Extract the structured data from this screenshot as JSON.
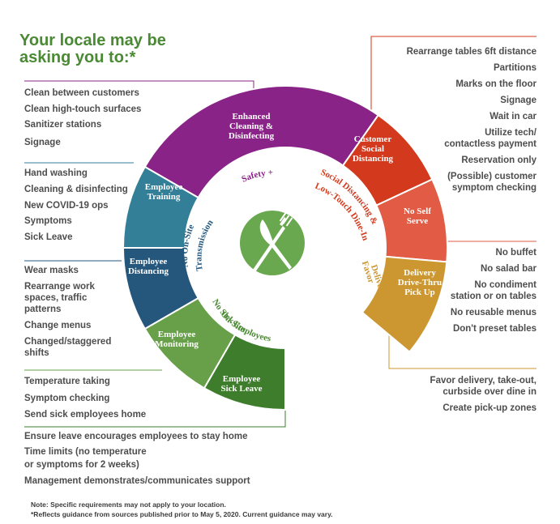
{
  "title": {
    "line1": "Your locale may be",
    "line2": "asking you to:*"
  },
  "segments": [
    {
      "label_lines": [
        "Enhanced",
        "Cleaning &",
        "Disinfecting"
      ],
      "color": "#8a2387"
    },
    {
      "label_lines": [
        "Customer",
        "Social",
        "Distancing"
      ],
      "color": "#d33a1d"
    },
    {
      "label_lines": [
        "No Self",
        "Serve"
      ],
      "color": "#e25b45"
    },
    {
      "label_lines": [
        "Delivery",
        "Drive-Thru",
        "Pick Up"
      ],
      "color": "#cc9630"
    },
    {
      "label_lines": [
        "Employee",
        "Sick Leave"
      ],
      "color": "#3e7d2b"
    },
    {
      "label_lines": [
        "Employee",
        "Monitoring"
      ],
      "color": "#67a049"
    },
    {
      "label_lines": [
        "Employee",
        "Distancing"
      ],
      "color": "#25577c"
    },
    {
      "label_lines": [
        "Employee",
        "Training"
      ],
      "color": "#337f98"
    }
  ],
  "inner_labels": {
    "safety": "Safety +",
    "social_line1": "Social Distancing &",
    "social_line2": "Low-Touch Dine-In",
    "favor_line1": "Favor",
    "favor_line2": "Delivery",
    "onsite_line1": "No On-Site",
    "onsite_line2": "Transmission",
    "sick_line1": "No Sick Employees",
    "sick_line2": "On-Site"
  },
  "center_icon": "fork-and-knife-icon",
  "colors": {
    "title_green": "#4b8a34",
    "center_green": "#6aa84f",
    "text_gray": "#4d4d4d"
  },
  "lists": {
    "cleaning": [
      "Clean  between  customers",
      "Clean high-touch surfaces",
      "Sanitizer stations",
      "Signage"
    ],
    "training": [
      "Hand washing",
      "Cleaning & disinfecting",
      "New COVID-19 ops",
      "Symptoms",
      "Sick Leave"
    ],
    "distancing": [
      "Wear masks",
      "Rearrange work",
      "spaces, traffic",
      "patterns",
      "Change menus",
      "Changed/staggered",
      "shifts"
    ],
    "monitoring": [
      "Temperature taking",
      "Symptom checking",
      "Send sick employees home"
    ],
    "sick_leave": [
      "Ensure leave encourages employees to stay home",
      "Time limits (no temperature",
      "or symptoms for 2 weeks)",
      "Management demonstrates/communicates support"
    ],
    "customer": [
      "Rearrange tables 6ft distance",
      "Partitions",
      "Marks on the floor",
      "Signage",
      "Wait in car",
      "Utilize tech/",
      "contactless payment",
      "Reservation only",
      "(Possible) customer",
      "symptom checking"
    ],
    "self_serve": [
      "No buffet",
      "No salad bar",
      "No condiment",
      "station or on tables",
      "No reusable menus",
      "Don't preset tables"
    ],
    "delivery": [
      "Favor delivery, take-out,",
      "curbside over dine in",
      "Create pick-up zones"
    ]
  },
  "notes": [
    "Note: Specific requirements may not apply to your location.",
    "*Reflects guidance from sources published prior to May 5, 2020. Current guidance may  vary."
  ]
}
